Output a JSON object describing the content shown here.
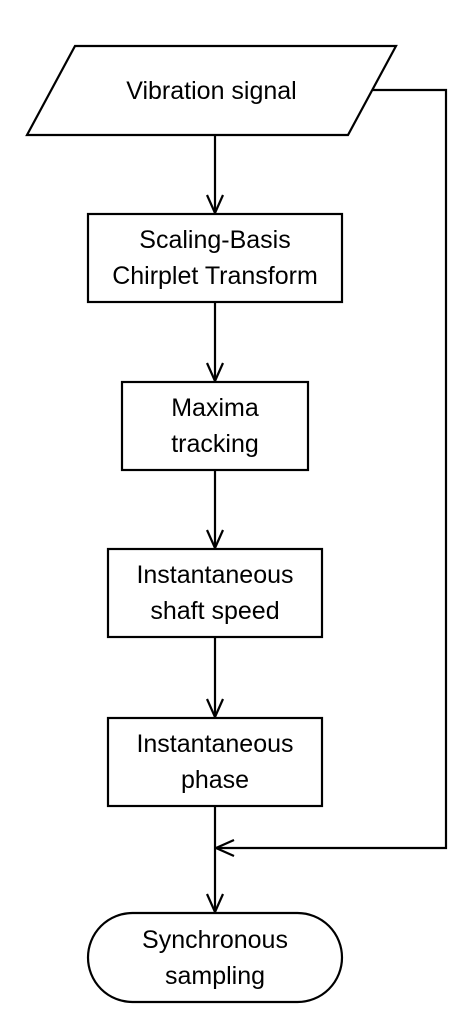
{
  "flowchart": {
    "input": {
      "lines": [
        "Vibration signal"
      ]
    },
    "transform": {
      "lines": [
        "Scaling-Basis",
        "Chirplet Transform"
      ]
    },
    "tracking": {
      "lines": [
        "Maxima",
        "tracking"
      ]
    },
    "speed": {
      "lines": [
        "Instantaneous",
        "shaft speed"
      ]
    },
    "phase": {
      "lines": [
        "Instantaneous",
        "phase"
      ]
    },
    "output": {
      "lines": [
        "Synchronous",
        "sampling"
      ]
    }
  },
  "colors": {
    "stroke": "#000000",
    "fill": "#ffffff",
    "text": "#000000"
  }
}
